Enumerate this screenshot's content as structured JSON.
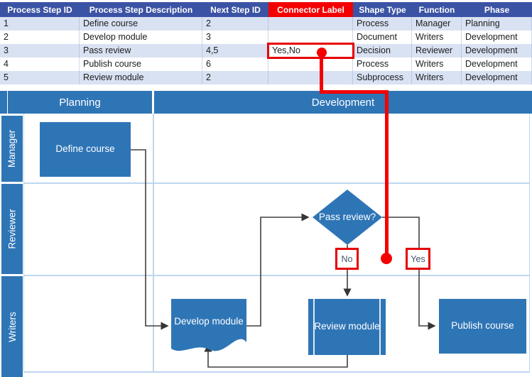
{
  "table": {
    "columns": [
      "Process Step ID",
      "Process Step Description",
      "Next Step ID",
      "Connector Label",
      "Shape Type",
      "Function",
      "Phase"
    ],
    "highlighted_column": "Connector Label",
    "rows": [
      [
        "1",
        "Define course",
        "2",
        "",
        "Process",
        "Manager",
        "Planning"
      ],
      [
        "2",
        "Develop module",
        "3",
        "",
        "Document",
        "Writers",
        "Development"
      ],
      [
        "3",
        "Pass review",
        "4,5",
        "Yes,No",
        "Decision",
        "Reviewer",
        "Development"
      ],
      [
        "4",
        "Publish course",
        "6",
        "",
        "Process",
        "Writers",
        "Development"
      ],
      [
        "5",
        "Review module",
        "2",
        "",
        "Subprocess",
        "Writers",
        "Development"
      ]
    ],
    "highlighted_cell": {
      "row_index": 2,
      "column_index": 3,
      "value": "Yes,No"
    }
  },
  "flowchart": {
    "phase_band": {
      "labels": [
        "Planning",
        "Development"
      ]
    },
    "swimlanes": [
      "Manager",
      "Reviewer",
      "Writers"
    ],
    "shapes": [
      {
        "label": "Define course",
        "type": "Process",
        "lane": "Manager",
        "phase": "Planning"
      },
      {
        "label": "Develop module",
        "type": "Document",
        "lane": "Writers",
        "phase": "Development"
      },
      {
        "label": "Pass review?",
        "type": "Decision",
        "lane": "Reviewer",
        "phase": "Development"
      },
      {
        "label": "Review module",
        "type": "Subprocess",
        "lane": "Writers",
        "phase": "Development"
      },
      {
        "label": "Publish course",
        "type": "Process",
        "lane": "Writers",
        "phase": "Development"
      }
    ],
    "connector_labels": {
      "no": "No",
      "yes": "Yes"
    }
  },
  "colors": {
    "table_header_bg": "#3B53A4",
    "table_band_row": "#D9E2F3",
    "flow_blue": "#2E75B6",
    "grid_line": "#BDD7EE",
    "annotation_red": "#F40000",
    "connector_line": "#404040",
    "connector_label_text": "#44546A"
  }
}
